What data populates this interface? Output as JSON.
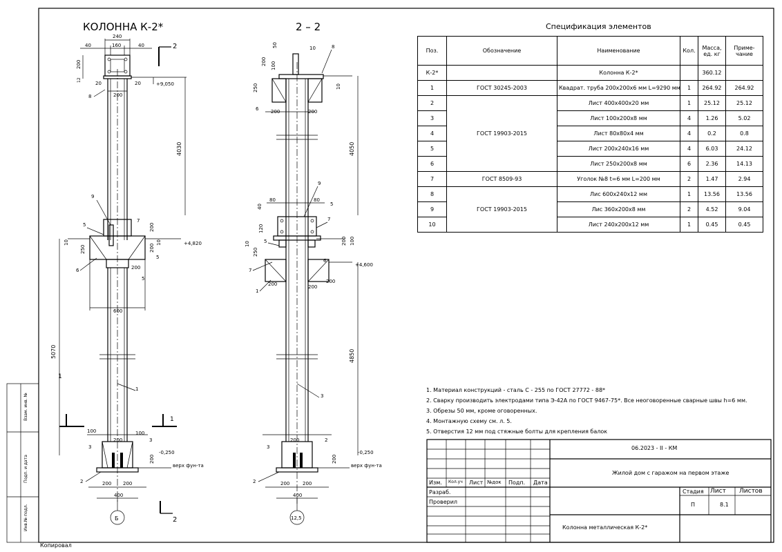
{
  "drawing": {
    "title_left": "КОЛОННА К-2*",
    "title_mid": "2 – 2",
    "left_view": {
      "dims_top": [
        "240",
        "40",
        "160",
        "40"
      ],
      "dim_200_cap": "200",
      "dim_12": "12",
      "dim_20a": "20",
      "dim_20b": "20",
      "dim_200_top": "200",
      "dim_4030": "4030",
      "dim_5070": "5070",
      "dim_600": "600",
      "dim_200_mid": "200",
      "dim_250": "250",
      "dim_10a": "10",
      "dim_10b": "10",
      "dim_200_r": "200",
      "dim_100a": "100",
      "dim_100b": "100",
      "dim_200_base": "200",
      "dim_200_b1": "200",
      "dim_200_b2": "200",
      "dim_400": "400",
      "dim_200_side": "200",
      "elev_top": "+9,050",
      "elev_mid": "+4,820",
      "elev_bot": "-0,250",
      "found_label": "верх фун-та",
      "axis": "Б",
      "section_mark": "2",
      "section_mark_b": "2",
      "section_mark_1a": "1",
      "section_mark_1b": "1",
      "callouts": [
        "8",
        "9",
        "5",
        "7",
        "6",
        "5",
        "5",
        "1",
        "3",
        "3",
        "2"
      ]
    },
    "right_view": {
      "dim_50": "50",
      "dim_200a": "200",
      "dim_100": "100",
      "dim_250": "250",
      "dim_10": "10",
      "dim_200b": "200",
      "dim_200c": "200",
      "dim_4050": "4050",
      "dim_4850": "4850",
      "dim_80a": "80",
      "dim_80b": "80",
      "dim_40": "40",
      "dim_120": "120",
      "dim_250b": "250",
      "dim_10b": "10",
      "dim_200d": "200",
      "dim_100b": "100",
      "dim_200e": "200",
      "dim_200f": "200",
      "dim_200g": "200",
      "dim_200h": "200",
      "dim_400": "400",
      "dim_200_side": "200",
      "elev_mid": "+4,600",
      "elev_bot": "-0,250",
      "found_label": "верх фун-та",
      "axis": "12,5",
      "callouts": [
        "10",
        "8",
        "6",
        "9",
        "5",
        "7",
        "5",
        "6",
        "7",
        "1",
        "3",
        "3",
        "2"
      ]
    }
  },
  "spec": {
    "title": "Спецификация элементов",
    "headers": [
      "Поз.",
      "Обозначение",
      "Наименование",
      "Кол.",
      "Масса, ед. кг",
      "Приме- чание"
    ],
    "rows": [
      [
        "К-2*",
        "",
        "Колонна К-2*",
        "",
        "360.12",
        ""
      ],
      [
        "1",
        "ГОСТ 30245-2003",
        "Квадрат. труба 200х200х6 мм L=9290 мм",
        "1",
        "264.92",
        "264.92"
      ],
      [
        "2",
        "",
        "Лист 400х400х20 мм",
        "1",
        "25.12",
        "25.12"
      ],
      [
        "3",
        "",
        "Лист 100х200х8 мм",
        "4",
        "1.26",
        "5.02"
      ],
      [
        "4",
        "ГОСТ 19903-2015",
        "Лист 80х80х4 мм",
        "4",
        "0.2",
        "0.8"
      ],
      [
        "5",
        "",
        "Лист 200х240х16 мм",
        "4",
        "6.03",
        "24.12"
      ],
      [
        "6",
        "",
        "Лист 250х200х8 мм",
        "6",
        "2.36",
        "14.13"
      ],
      [
        "7",
        "ГОСТ 8509-93",
        "Уголок №8 t=6 мм L=200 мм",
        "2",
        "1.47",
        "2.94"
      ],
      [
        "8",
        "",
        "Лис 600х240х12 мм",
        "1",
        "13.56",
        "13.56"
      ],
      [
        "9",
        "ГОСТ 19903-2015",
        "Лис 360х200х8 мм",
        "2",
        "4.52",
        "9.04"
      ],
      [
        "10",
        "",
        "Лист 240х200х12 мм",
        "1",
        "0.45",
        "0.45"
      ]
    ]
  },
  "notes": [
    "1. Материал конструкций - сталь С - 255 по ГОСТ 27772 - 88*",
    "2. Сварку производить электродами типа Э-42А по ГОСТ 9467-75*. Все неоговоренные сварные швы h=6 мм.",
    "3. Обрезы 50 мм, кроме оговоренных.",
    "4. Монтажную схему см. л. 5.",
    "5. Отверстия 12 мм под стяжные болты для крепления балок"
  ],
  "stamp": {
    "code": "06.2023 - II - КМ",
    "project": "Жилой дом с гаражом на первом этаже",
    "header_cells": [
      "Изм.",
      "Кол.уч",
      "Лист",
      "№док",
      "Подп.",
      "Дата"
    ],
    "role_1": "Разраб.",
    "role_2": "Проверил",
    "stage_h": "Стадия",
    "sheet_h": "Лист",
    "sheets_h": "Листов",
    "stage_v": "П",
    "sheet_v": "8.1",
    "sheet_name": "Колонна металлическая К-2*"
  },
  "side": {
    "label_1": "Взам. инв. №",
    "label_2": "Подп. и дата",
    "label_3": "Инв.№ подл."
  },
  "copy_label": "Копировал"
}
